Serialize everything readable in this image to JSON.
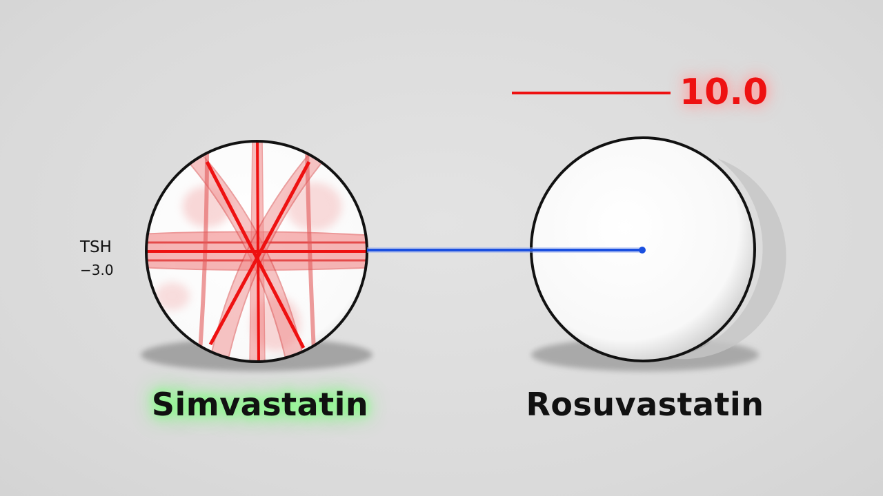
{
  "drugs": {
    "left": "Simvastatin",
    "right": "Rosuvastatin"
  },
  "marker": {
    "name": "TSH",
    "value": "−3.0"
  },
  "top_indicator": {
    "value": "10.0"
  },
  "colors": {
    "background": "#dcdcdc",
    "connector": "#1a4fe0",
    "alert_red": "#ee1111",
    "highlight_green": "#7dff7d",
    "outline": "#111111"
  }
}
